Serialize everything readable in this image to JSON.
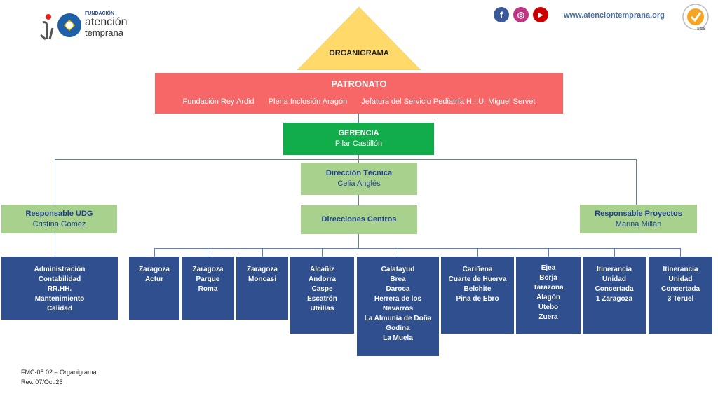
{
  "header": {
    "logo": {
      "small": "FUNDACIÓN",
      "line1": "atención",
      "line2": "temprana"
    },
    "social": [
      {
        "name": "facebook",
        "color": "#3b5998",
        "glyph": "f"
      },
      {
        "name": "instagram",
        "color": "#c13584",
        "glyph": "◎"
      },
      {
        "name": "youtube",
        "color": "#cc0000",
        "glyph": "▶"
      }
    ],
    "website": "www.atenciontemprana.org",
    "cert_label": "SGS"
  },
  "title": "ORGANIGRAMA",
  "patronato": {
    "title": "PATRONATO",
    "members": [
      "Fundación Rey Ardid",
      "Plena Inclusión Aragón",
      "Jefatura del Servicio Pediatría H.I.U. Miguel Servet"
    ]
  },
  "gerencia": {
    "title": "GERENCIA",
    "name": "Pilar Castillón"
  },
  "direccion_tecnica": {
    "title": "Dirección Técnica",
    "name": "Celia Anglés"
  },
  "direcciones_centros": {
    "title": "Direcciones Centros"
  },
  "udg": {
    "title": "Responsable UDG",
    "name": "Cristina Gómez",
    "items": [
      "Administración",
      "Contabilidad",
      "RR.HH.",
      "Mantenimiento",
      "Calidad"
    ]
  },
  "proyectos": {
    "title": "Responsable Proyectos",
    "name": "Marina Millán"
  },
  "centros": [
    [
      "Zaragoza",
      "Actur"
    ],
    [
      "Zaragoza",
      "Parque",
      "Roma"
    ],
    [
      "Zaragoza",
      "Moncasi"
    ],
    [
      "Alcañiz",
      "Andorra",
      "Caspe",
      "Escatrón",
      "Utrillas"
    ],
    [
      "Calatayud",
      "Brea",
      "Daroca",
      "Herrera de los",
      "Navarros",
      "La Almunia de Doña",
      "Godina",
      "La Muela"
    ],
    [
      "Cariñena",
      "Cuarte de Huerva",
      "Belchite",
      "Pina de Ebro"
    ],
    [
      "Ejea",
      "Borja",
      "Tarazona",
      "Alagón",
      "Utebo",
      "Zuera"
    ],
    [
      "Itinerancia",
      "Unidad",
      "Concertada",
      "1 Zaragoza"
    ],
    [
      "Itinerancia",
      "Unidad",
      "Concertada",
      "3 Teruel"
    ]
  ],
  "footer": {
    "code": "FMC-05.02 – Organigrama",
    "rev": "Rev. 07/Oct.25"
  },
  "colors": {
    "patronato": "#f86767",
    "gerencia": "#12ad4b",
    "light_green": "#a9d18e",
    "navy": "#2f4f8f",
    "title_triangle": "#ffd96a"
  }
}
